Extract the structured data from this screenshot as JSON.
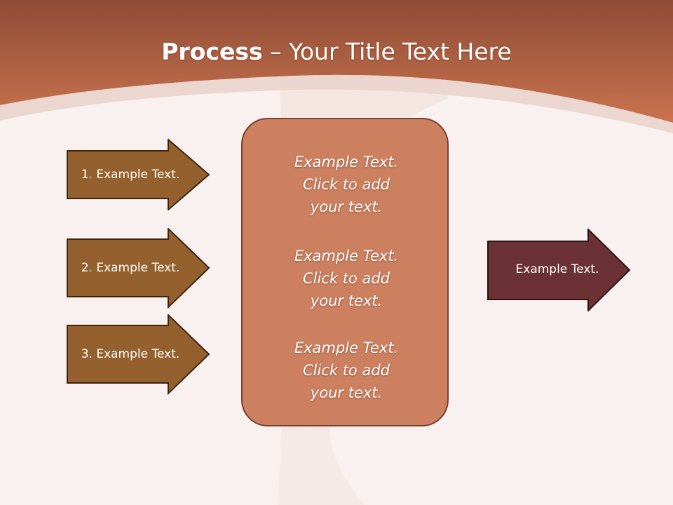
{
  "slide": {
    "title_bold": "Process",
    "title_dash": " – ",
    "title_rest": "Your Title Text Here"
  },
  "steps": [
    {
      "label": "1. Example Text."
    },
    {
      "label": "2. Example Text."
    },
    {
      "label": "3. Example Text."
    }
  ],
  "center_box": {
    "items": [
      {
        "line1": "Example Text.",
        "line2": "Click  to add",
        "line3": "your text."
      },
      {
        "line1": "Example Text.",
        "line2": "Click  to add",
        "line3": "your text."
      },
      {
        "line1": "Example Text.",
        "line2": "Click  to add",
        "line3": "your text."
      }
    ]
  },
  "result": {
    "label": "Example Text."
  },
  "colors": {
    "header": "#b8664a",
    "step_arrow": "#94602e",
    "center_box": "#cd8060",
    "result_arrow": "#6b3134",
    "background": "#f8f1f0"
  }
}
